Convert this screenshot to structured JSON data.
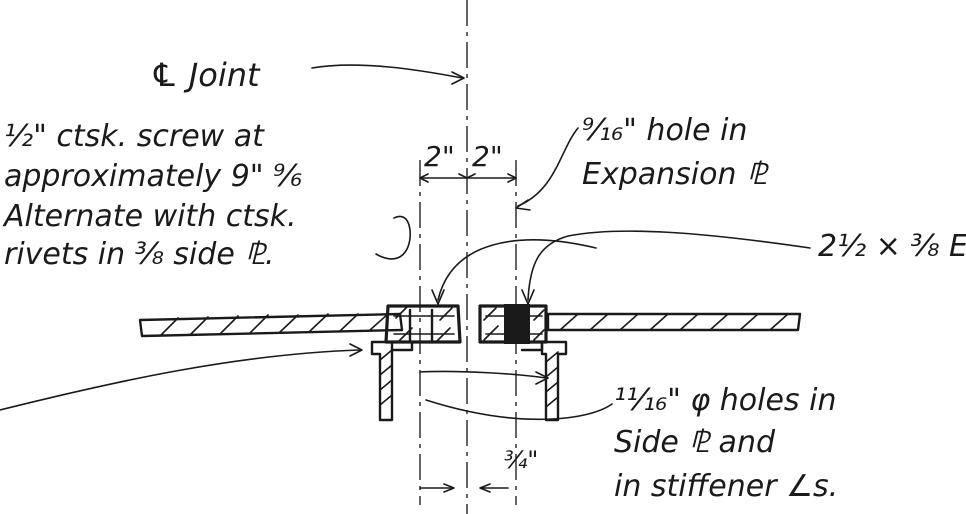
{
  "labels": {
    "joint": "℄ Joint",
    "screw_note": [
      "½\" ctsk. screw at",
      "approximately 9\" ⁹⁄₆",
      "Alternate with ctsk.",
      "rivets in ⅜ side ⅊."
    ],
    "dim_left": "2\"",
    "dim_right": "2\"",
    "hole_note": [
      "⁹⁄₁₆\" hole in",
      "Expansion ⅊"
    ],
    "bar_note": "2½ × ⅜ E",
    "holes_note": [
      "¹¹⁄₁₆\" φ holes in",
      "Side ⅊ and",
      "in stiffener ∠s."
    ],
    "dim_bottom": "¾\""
  },
  "colors": {
    "ink": "#1a1a1a",
    "paper": "#ffffff"
  }
}
